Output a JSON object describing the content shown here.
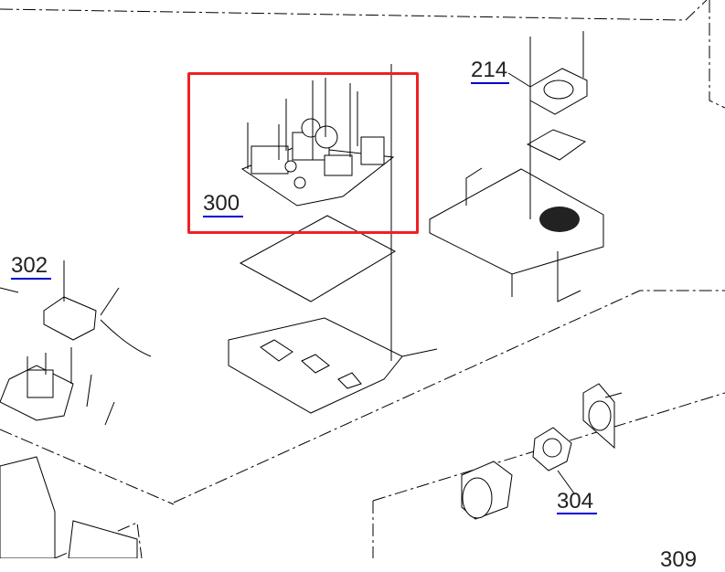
{
  "diagram": {
    "labels": [
      {
        "id": "214",
        "text": "214"
      },
      {
        "id": "300",
        "text": "300"
      },
      {
        "id": "302",
        "text": "302"
      },
      {
        "id": "304",
        "text": "304"
      },
      {
        "id": "309",
        "text": "309"
      }
    ],
    "highlight": {
      "target": "300",
      "color": "#ee2222"
    },
    "label_underline_color": "#0000d0"
  }
}
